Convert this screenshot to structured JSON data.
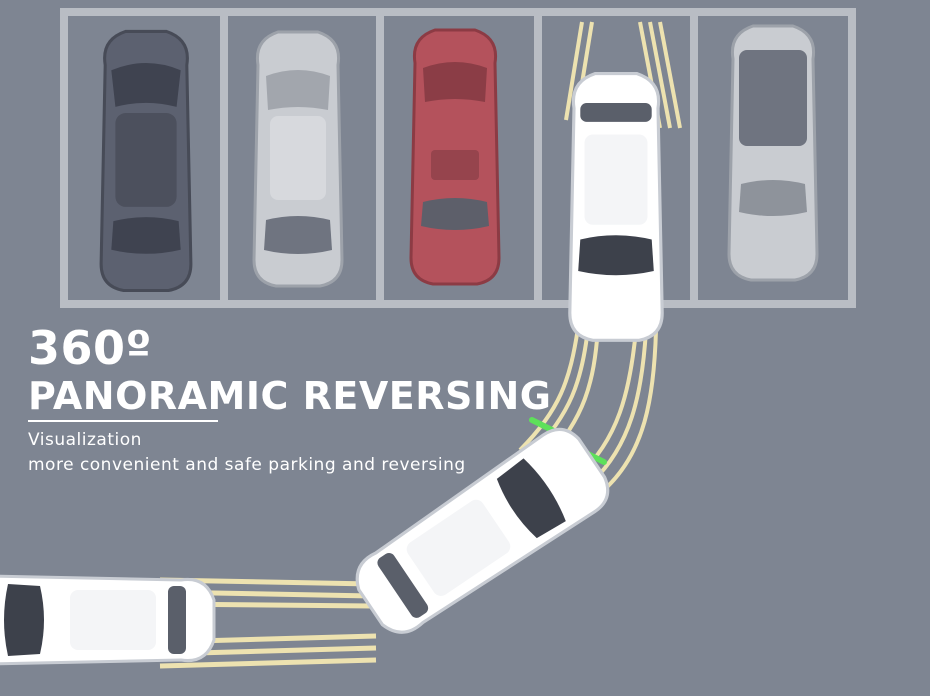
{
  "headline": {
    "degree": "360º",
    "title": "PANORAMIC REVERSING",
    "line1": "Visualization",
    "line2": "more convenient and safe parking and reversing"
  },
  "colors": {
    "background": "#7e8592",
    "bay_line": "#b9bdc4",
    "car_dark": "#5c6170",
    "car_silver": "#c9ccd1",
    "car_red": "#b4525c",
    "car_white": "#ffffff",
    "guide_line": "#f3e7b2",
    "guide_mark": "#5ee05a"
  },
  "parked_cars": [
    {
      "color": "car_dark",
      "icon": "parked-car-dark-icon"
    },
    {
      "color": "car_silver",
      "icon": "parked-car-silver-icon"
    },
    {
      "color": "car_red",
      "icon": "parked-car-red-icon"
    },
    {
      "color": "car_white",
      "icon": "reversing-car-in-bay-icon"
    },
    {
      "color": "car_silver",
      "icon": "parked-car-silver-icon"
    }
  ]
}
